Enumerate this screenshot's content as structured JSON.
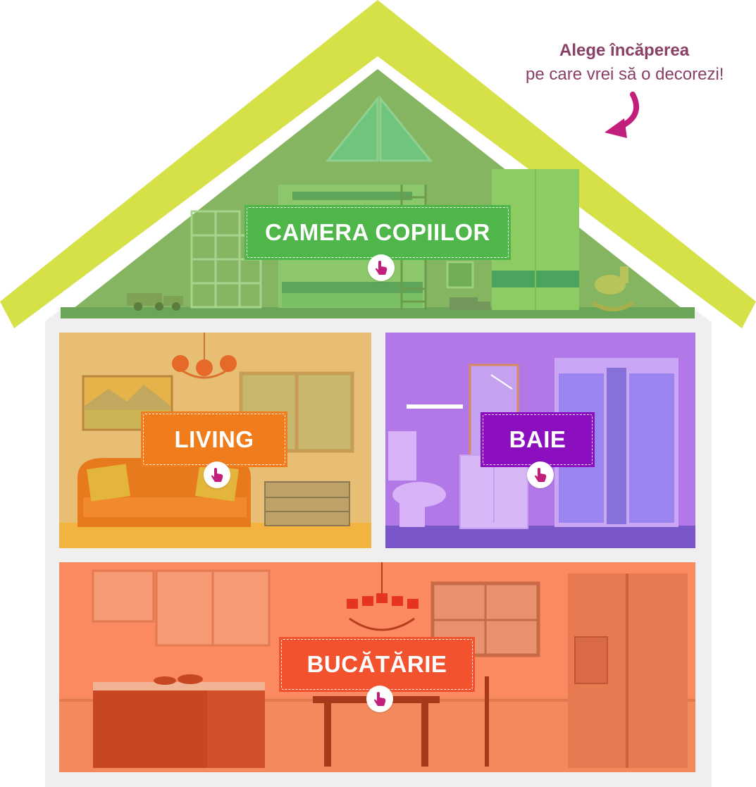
{
  "cta": {
    "title": "Alege încăperea",
    "subtitle": "pe care vrei să o decorezi!"
  },
  "rooms": {
    "kids": {
      "label": "CAMERA COPIILOR",
      "color": "#4fb64a"
    },
    "living": {
      "label": "LIVING",
      "color": "#f07c1c"
    },
    "bath": {
      "label": "BAIE",
      "color": "#8b0fbf"
    },
    "kitchen": {
      "label": "BUCĂTĂRIE",
      "color": "#f2532e"
    }
  },
  "colors": {
    "roof": "#d6e047",
    "house_wall": "#efefef",
    "accent": "#c21e7b"
  },
  "icons": [
    "hand-pointer-icon",
    "curved-arrow-icon"
  ]
}
